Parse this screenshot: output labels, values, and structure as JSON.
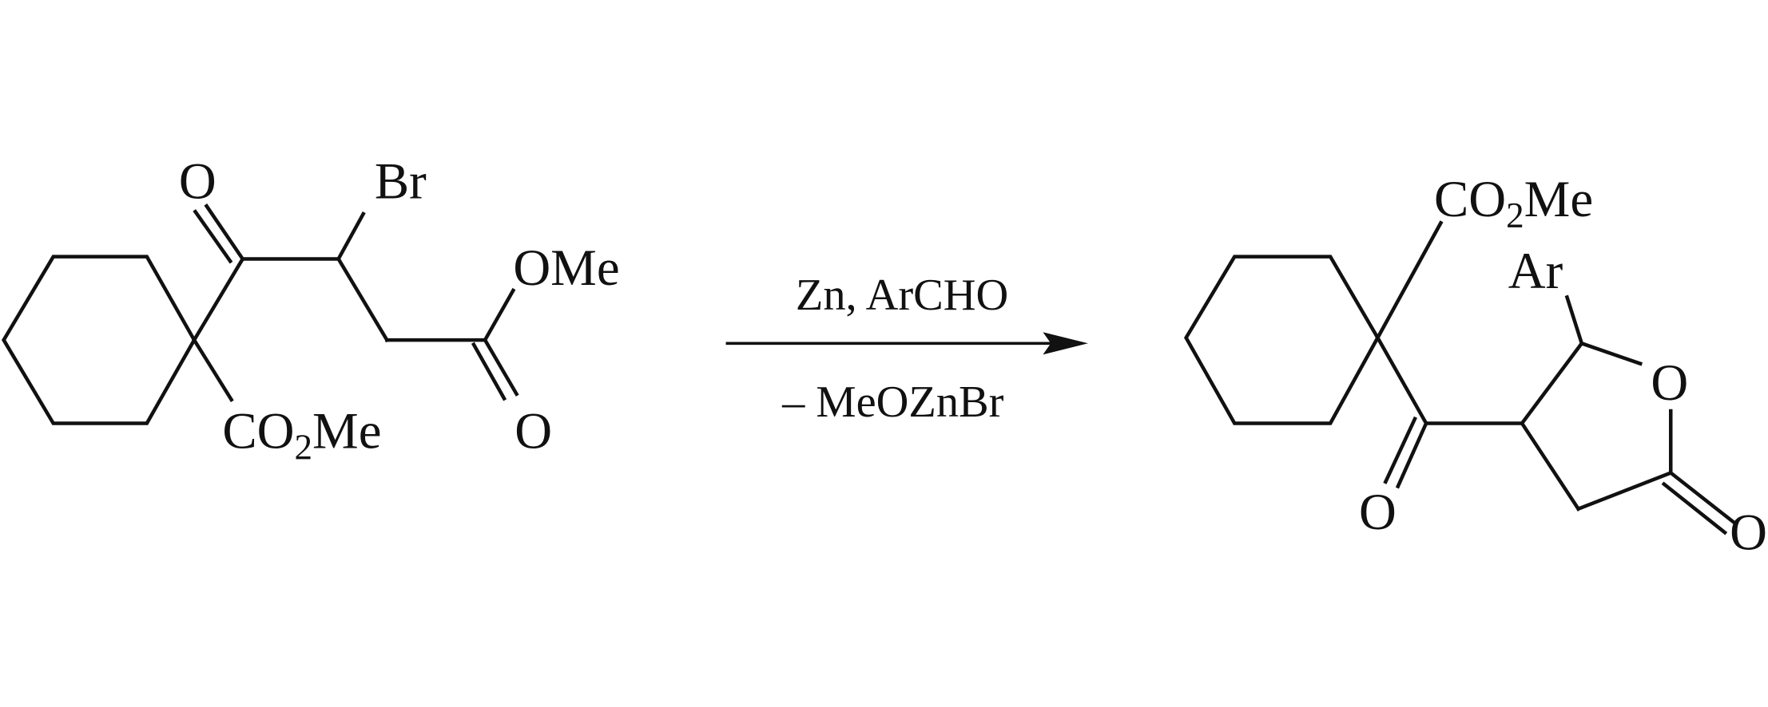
{
  "reactant": {
    "ketone_o": "O",
    "bromine": "Br",
    "ester_ome": "OMe",
    "ester_o": "O",
    "co2me": {
      "a": "CO",
      "sub": "2",
      "b": "Me"
    }
  },
  "conditions": {
    "reagents": "Zn, ArCHO",
    "byproduct": "– MeOZnBr"
  },
  "product": {
    "co2me": {
      "a": "CO",
      "sub": "2",
      "b": "Me"
    },
    "aryl": "Ar",
    "ring_o": "O",
    "ketone_o": "O",
    "lactone_o": "O"
  },
  "colors": {
    "ink": "#111111",
    "background": "#ffffff"
  }
}
